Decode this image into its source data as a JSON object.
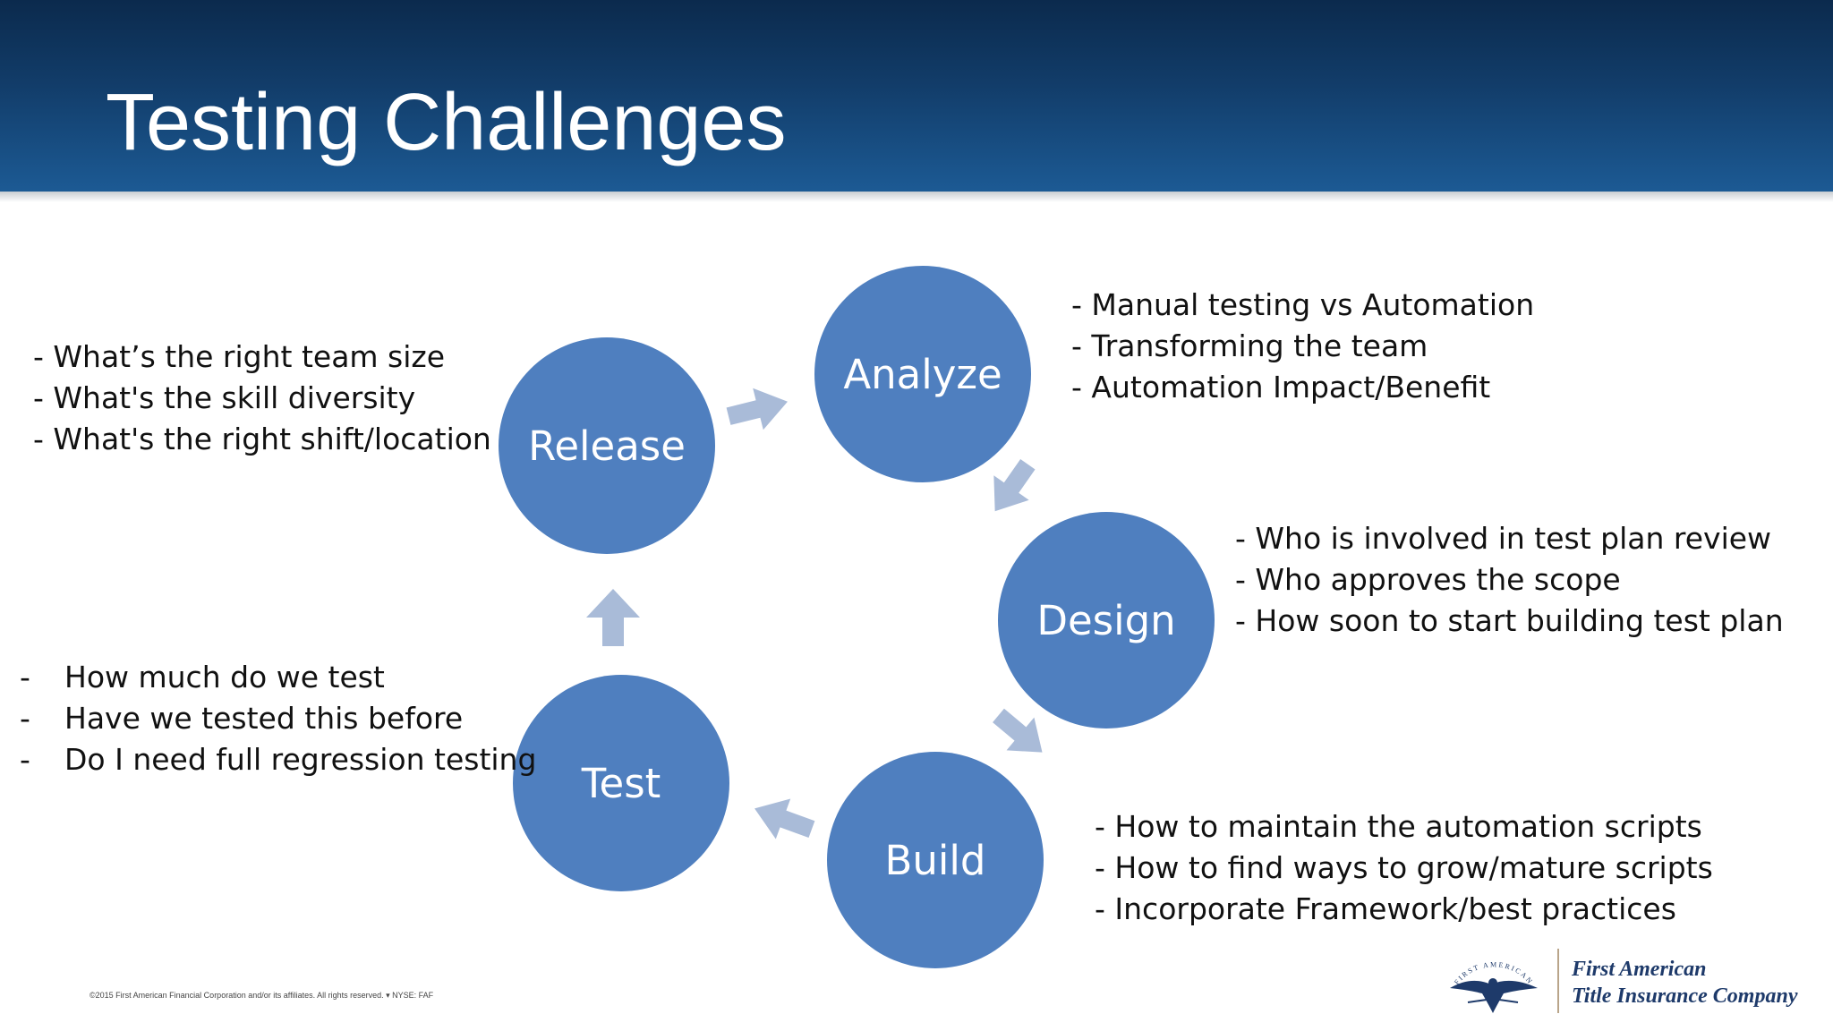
{
  "slide": {
    "title": "Testing Challenges",
    "footer": "©2015 First American Financial Corporation and/or its affiliates. All rights reserved. ▾ NYSE: FAF"
  },
  "cycle": {
    "color": "#4f7fbf",
    "arrow_color": "#a9bbd8",
    "stages": [
      {
        "label": "Analyze"
      },
      {
        "label": "Design"
      },
      {
        "label": "Build"
      },
      {
        "label": "Test"
      },
      {
        "label": "Release"
      }
    ]
  },
  "notes": {
    "analyze": [
      "- Manual testing vs Automation",
      "- Transforming the team",
      "- Automation Impact/Benefit"
    ],
    "design": [
      "- Who is involved in test plan review",
      "- Who approves the scope",
      "- How soon to start building test plan"
    ],
    "build": [
      "- How to maintain the automation scripts",
      "- How to find ways to grow/mature scripts",
      "- Incorporate Framework/best practices"
    ],
    "test": [
      {
        "dash": "-",
        "text": "How much do we test"
      },
      {
        "dash": "-",
        "text": "Have we tested this before"
      },
      {
        "dash": "-",
        "text": "Do I need full regression testing"
      }
    ],
    "release": [
      "- What’s the right team size",
      "- What's the skill diversity",
      "- What's the right shift/location"
    ]
  },
  "logo": {
    "line1": "First American",
    "line2": "Title Insurance Company",
    "seal_text": "FIRST AMERICAN",
    "icon": "eagle-seal-icon"
  }
}
